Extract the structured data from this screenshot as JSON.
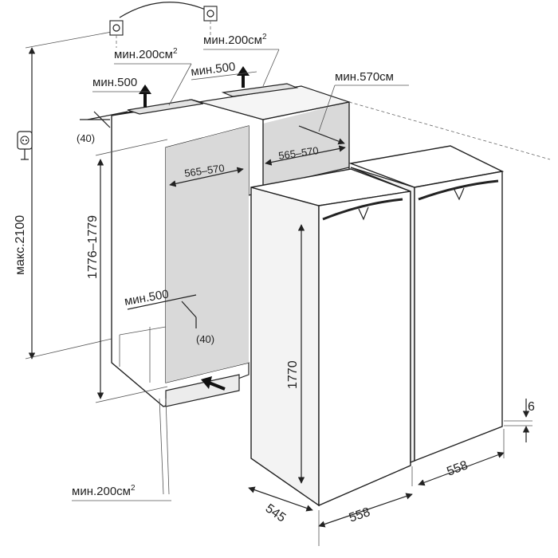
{
  "labels": {
    "height_max": "макс.2100",
    "vent_top_left": "мин.200см",
    "vent_top_left_sup": "2",
    "vent_top_right": "мин.200см",
    "vent_top_right_sup": "2",
    "depth_left": "мин.500",
    "depth_right": "мин.500",
    "depth_min_top": "мин.570см",
    "gap_top": "(40)",
    "width_left": "565–570",
    "width_right": "565–570",
    "niche_height": "1776–1779",
    "depth_bottom": "мин.500",
    "gap_bottom": "(40)",
    "vent_bottom": "мин.200см",
    "vent_bottom_sup": "2",
    "unit_height": "1770",
    "unit_depth": "545",
    "unit_width_1": "558",
    "unit_width_2": "558",
    "offset": "6"
  },
  "icons": {
    "socket": "socket-icon"
  }
}
